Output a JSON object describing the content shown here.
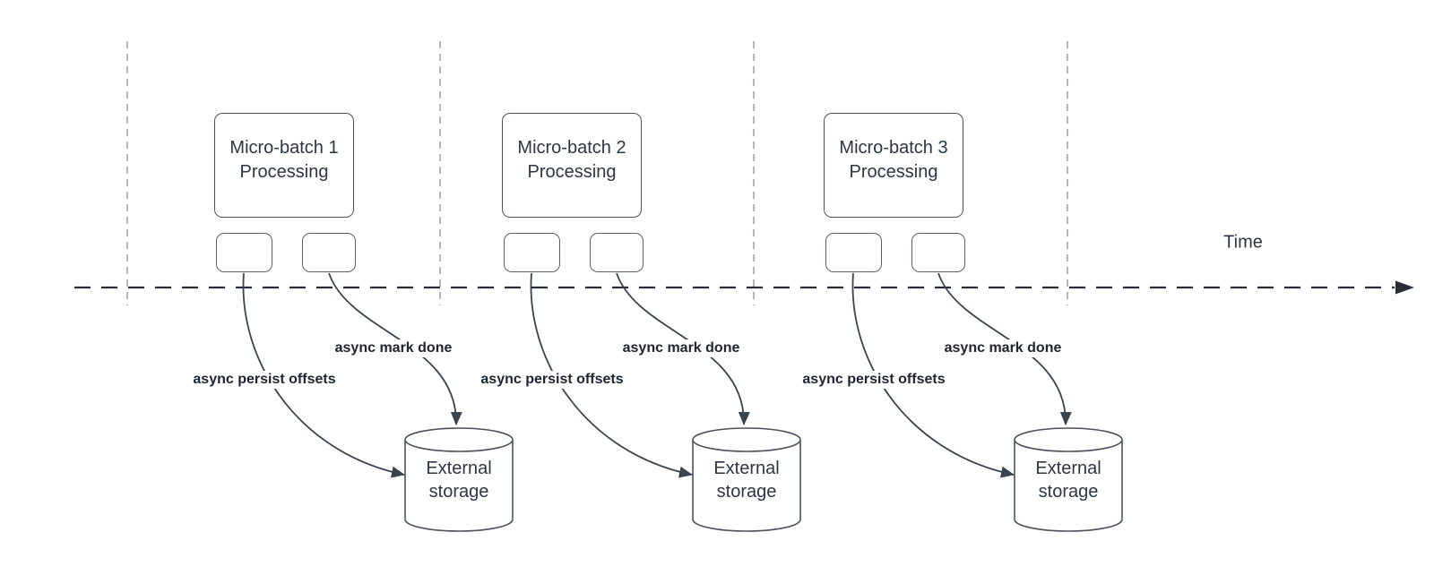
{
  "timeline": {
    "label": "Time"
  },
  "groups": [
    {
      "box_line1": "Micro-batch 1",
      "box_line2": "Processing",
      "persist_arrow_label": "async persist offsets",
      "done_arrow_label": "async mark done",
      "storage_line1": "External",
      "storage_line2": "storage"
    },
    {
      "box_line1": "Micro-batch 2",
      "box_line2": "Processing",
      "persist_arrow_label": "async persist offsets",
      "done_arrow_label": "async mark done",
      "storage_line1": "External",
      "storage_line2": "storage"
    },
    {
      "box_line1": "Micro-batch 3",
      "box_line2": "Processing",
      "persist_arrow_label": "async persist offsets",
      "done_arrow_label": "async mark done",
      "storage_line1": "External",
      "storage_line2": "storage"
    }
  ],
  "colors": {
    "background": "#ffffff",
    "shape_stroke": "#4c525c",
    "arrow_stroke": "#3d434d",
    "lifeline_stroke": "#b4b7bb",
    "time_axis_stroke": "#2a2e34",
    "text": "#2e3642",
    "bold_label_text": "#20262f"
  }
}
